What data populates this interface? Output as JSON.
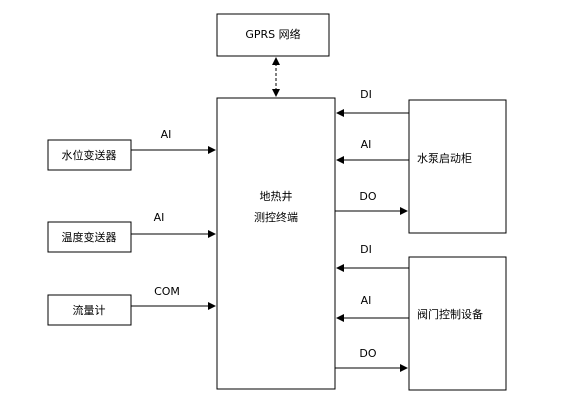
{
  "nodes": {
    "gprs": "GPRS 网络",
    "terminal_line1": "地热井",
    "terminal_line2": "测控终端",
    "water_level": "水位变送器",
    "temperature": "温度变送器",
    "flowmeter": "流量计",
    "pump_cabinet": "水泵启动柜",
    "valve_control": "阀门控制设备"
  },
  "edges": {
    "water_level_signal": "AI",
    "temperature_signal": "AI",
    "flowmeter_signal": "COM",
    "pump_di": "DI",
    "pump_ai": "AI",
    "pump_do": "DO",
    "valve_di": "DI",
    "valve_ai": "AI",
    "valve_do": "DO"
  }
}
